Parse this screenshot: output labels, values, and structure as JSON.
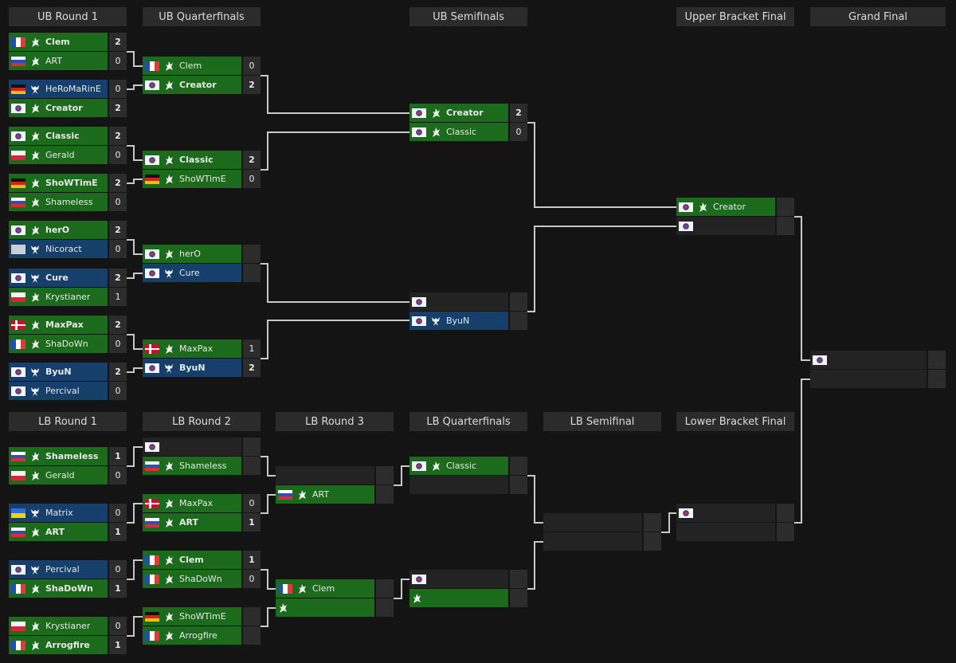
{
  "headers": {
    "ub_round1": "UB Round 1",
    "ub_quarterfinals": "UB Quarterfinals",
    "ub_semifinals": "UB Semifinals",
    "upper_bracket_final": "Upper Bracket Final",
    "grand_final": "Grand Final",
    "lb_round1": "LB Round 1",
    "lb_round2": "LB Round 2",
    "lb_round3": "LB Round 3",
    "lb_quarterfinals": "LB Quarterfinals",
    "lb_semifinal": "LB Semifinal",
    "lower_bracket_final": "Lower Bracket Final"
  },
  "colors": {
    "zerg": "#1c6b1c",
    "terran": "#163f6b",
    "empty": "#232323",
    "score_bg": "#2c2c2c",
    "header_bg": "#2b2b2b",
    "background": "#141414",
    "line": "#c8c8c8"
  },
  "matches": [
    {
      "id": "ubr1-1",
      "p": [
        {
          "name": "Clem",
          "flag": "fr",
          "race": "zerg",
          "score": "2",
          "win": true
        },
        {
          "name": "ART",
          "flag": "ru",
          "race": "zerg",
          "score": "0"
        }
      ]
    },
    {
      "id": "ubr1-2",
      "p": [
        {
          "name": "HeRoMaRinE",
          "flag": "de",
          "race": "terran",
          "score": "0"
        },
        {
          "name": "Creator",
          "flag": "kr",
          "race": "zerg",
          "score": "2",
          "win": true
        }
      ]
    },
    {
      "id": "ubr1-3",
      "p": [
        {
          "name": "Classic",
          "flag": "kr",
          "race": "zerg",
          "score": "2",
          "win": true
        },
        {
          "name": "Gerald",
          "flag": "pl",
          "race": "zerg",
          "score": "0"
        }
      ]
    },
    {
      "id": "ubr1-4",
      "p": [
        {
          "name": "ShoWTimE",
          "flag": "de",
          "race": "zerg",
          "score": "2",
          "win": true
        },
        {
          "name": "Shameless",
          "flag": "ru",
          "race": "zerg",
          "score": "0"
        }
      ]
    },
    {
      "id": "ubr1-5",
      "p": [
        {
          "name": "herO",
          "flag": "kr",
          "race": "zerg",
          "score": "2",
          "win": true
        },
        {
          "name": "Nicoract",
          "flag": "un",
          "race": "terran",
          "score": "0"
        }
      ]
    },
    {
      "id": "ubr1-6",
      "p": [
        {
          "name": "Cure",
          "flag": "kr",
          "race": "terran",
          "score": "2",
          "win": true
        },
        {
          "name": "Krystianer",
          "flag": "pl",
          "race": "zerg",
          "score": "1"
        }
      ]
    },
    {
      "id": "ubr1-7",
      "p": [
        {
          "name": "MaxPax",
          "flag": "dk",
          "race": "zerg",
          "score": "2",
          "win": true
        },
        {
          "name": "ShaDoWn",
          "flag": "fr",
          "race": "zerg",
          "score": "0"
        }
      ]
    },
    {
      "id": "ubr1-8",
      "p": [
        {
          "name": "ByuN",
          "flag": "kr",
          "race": "terran",
          "score": "2",
          "win": true
        },
        {
          "name": "Percival",
          "flag": "kr",
          "race": "terran",
          "score": "0"
        }
      ]
    },
    {
      "id": "ubqf-1",
      "p": [
        {
          "name": "Clem",
          "flag": "fr",
          "race": "zerg",
          "score": "0"
        },
        {
          "name": "Creator",
          "flag": "kr",
          "race": "zerg",
          "score": "2",
          "win": true
        }
      ]
    },
    {
      "id": "ubqf-2",
      "p": [
        {
          "name": "Classic",
          "flag": "kr",
          "race": "zerg",
          "score": "2",
          "win": true
        },
        {
          "name": "ShoWTimE",
          "flag": "de",
          "race": "zerg",
          "score": "0"
        }
      ]
    },
    {
      "id": "ubqf-3",
      "p": [
        {
          "name": "herO",
          "flag": "kr",
          "race": "zerg",
          "score": ""
        },
        {
          "name": "Cure",
          "flag": "kr",
          "race": "terran",
          "score": ""
        }
      ]
    },
    {
      "id": "ubqf-4",
      "p": [
        {
          "name": "MaxPax",
          "flag": "dk",
          "race": "zerg",
          "score": "1"
        },
        {
          "name": "ByuN",
          "flag": "kr",
          "race": "terran",
          "score": "2",
          "win": true
        }
      ]
    },
    {
      "id": "ubsf-1",
      "p": [
        {
          "name": "Creator",
          "flag": "kr",
          "race": "zerg",
          "score": "2",
          "win": true
        },
        {
          "name": "Classic",
          "flag": "kr",
          "race": "zerg",
          "score": "0"
        }
      ]
    },
    {
      "id": "ubsf-2",
      "p": [
        {
          "name": "",
          "flag": "kr",
          "race": "",
          "score": ""
        },
        {
          "name": "ByuN",
          "flag": "kr",
          "race": "terran",
          "score": ""
        }
      ]
    },
    {
      "id": "ubf",
      "p": [
        {
          "name": "Creator",
          "flag": "kr",
          "race": "zerg",
          "score": ""
        },
        {
          "name": "",
          "flag": "kr",
          "race": "",
          "score": ""
        }
      ]
    },
    {
      "id": "gf",
      "p": [
        {
          "name": "",
          "flag": "kr",
          "race": "",
          "score": ""
        },
        {
          "name": "",
          "flag": "",
          "race": "",
          "score": ""
        }
      ]
    },
    {
      "id": "lbr1-1",
      "p": [
        {
          "name": "Shameless",
          "flag": "ru",
          "race": "zerg",
          "score": "1",
          "win": true
        },
        {
          "name": "Gerald",
          "flag": "pl",
          "race": "zerg",
          "score": "0"
        }
      ]
    },
    {
      "id": "lbr1-2",
      "p": [
        {
          "name": "Matrix",
          "flag": "ua",
          "race": "terran",
          "score": "0"
        },
        {
          "name": "ART",
          "flag": "ru",
          "race": "zerg",
          "score": "1",
          "win": true
        }
      ]
    },
    {
      "id": "lbr1-3",
      "p": [
        {
          "name": "Percival",
          "flag": "kr",
          "race": "terran",
          "score": "0"
        },
        {
          "name": "ShaDoWn",
          "flag": "fr",
          "race": "zerg",
          "score": "1",
          "win": true
        }
      ]
    },
    {
      "id": "lbr1-4",
      "p": [
        {
          "name": "Krystianer",
          "flag": "pl",
          "race": "zerg",
          "score": "0"
        },
        {
          "name": "Arrogfire",
          "flag": "fr",
          "race": "zerg",
          "score": "1",
          "win": true
        }
      ]
    },
    {
      "id": "lbr2-1",
      "p": [
        {
          "name": "",
          "flag": "kr",
          "race": "",
          "score": ""
        },
        {
          "name": "Shameless",
          "flag": "ru",
          "race": "zerg",
          "score": ""
        }
      ]
    },
    {
      "id": "lbr2-2",
      "p": [
        {
          "name": "MaxPax",
          "flag": "dk",
          "race": "zerg",
          "score": "0"
        },
        {
          "name": "ART",
          "flag": "ru",
          "race": "zerg",
          "score": "1",
          "win": true
        }
      ]
    },
    {
      "id": "lbr2-3",
      "p": [
        {
          "name": "Clem",
          "flag": "fr",
          "race": "zerg",
          "score": "1",
          "win": true
        },
        {
          "name": "ShaDoWn",
          "flag": "fr",
          "race": "zerg",
          "score": "0"
        }
      ]
    },
    {
      "id": "lbr2-4",
      "p": [
        {
          "name": "ShoWTimE",
          "flag": "de",
          "race": "zerg",
          "score": ""
        },
        {
          "name": "Arrogfire",
          "flag": "fr",
          "race": "zerg",
          "score": ""
        }
      ]
    },
    {
      "id": "lbr3-1",
      "p": [
        {
          "name": "",
          "flag": "",
          "race": "",
          "score": ""
        },
        {
          "name": "ART",
          "flag": "ru",
          "race": "zerg",
          "score": ""
        }
      ]
    },
    {
      "id": "lbr3-2",
      "p": [
        {
          "name": "Clem",
          "flag": "fr",
          "race": "zerg",
          "score": ""
        },
        {
          "name": "",
          "flag": "",
          "race": "zerg",
          "score": ""
        }
      ]
    },
    {
      "id": "lbqf-1",
      "p": [
        {
          "name": "Classic",
          "flag": "kr",
          "race": "zerg",
          "score": ""
        },
        {
          "name": "",
          "flag": "",
          "race": "",
          "score": ""
        }
      ]
    },
    {
      "id": "lbqf-2",
      "p": [
        {
          "name": "",
          "flag": "kr",
          "race": "",
          "score": ""
        },
        {
          "name": "",
          "flag": "",
          "race": "zerg",
          "score": ""
        }
      ]
    },
    {
      "id": "lbsf",
      "p": [
        {
          "name": "",
          "flag": "",
          "race": "",
          "score": ""
        },
        {
          "name": "",
          "flag": "",
          "race": "",
          "score": ""
        }
      ]
    },
    {
      "id": "lbf",
      "p": [
        {
          "name": "",
          "flag": "kr",
          "race": "",
          "score": ""
        },
        {
          "name": "",
          "flag": "",
          "race": "",
          "score": ""
        }
      ]
    }
  ]
}
